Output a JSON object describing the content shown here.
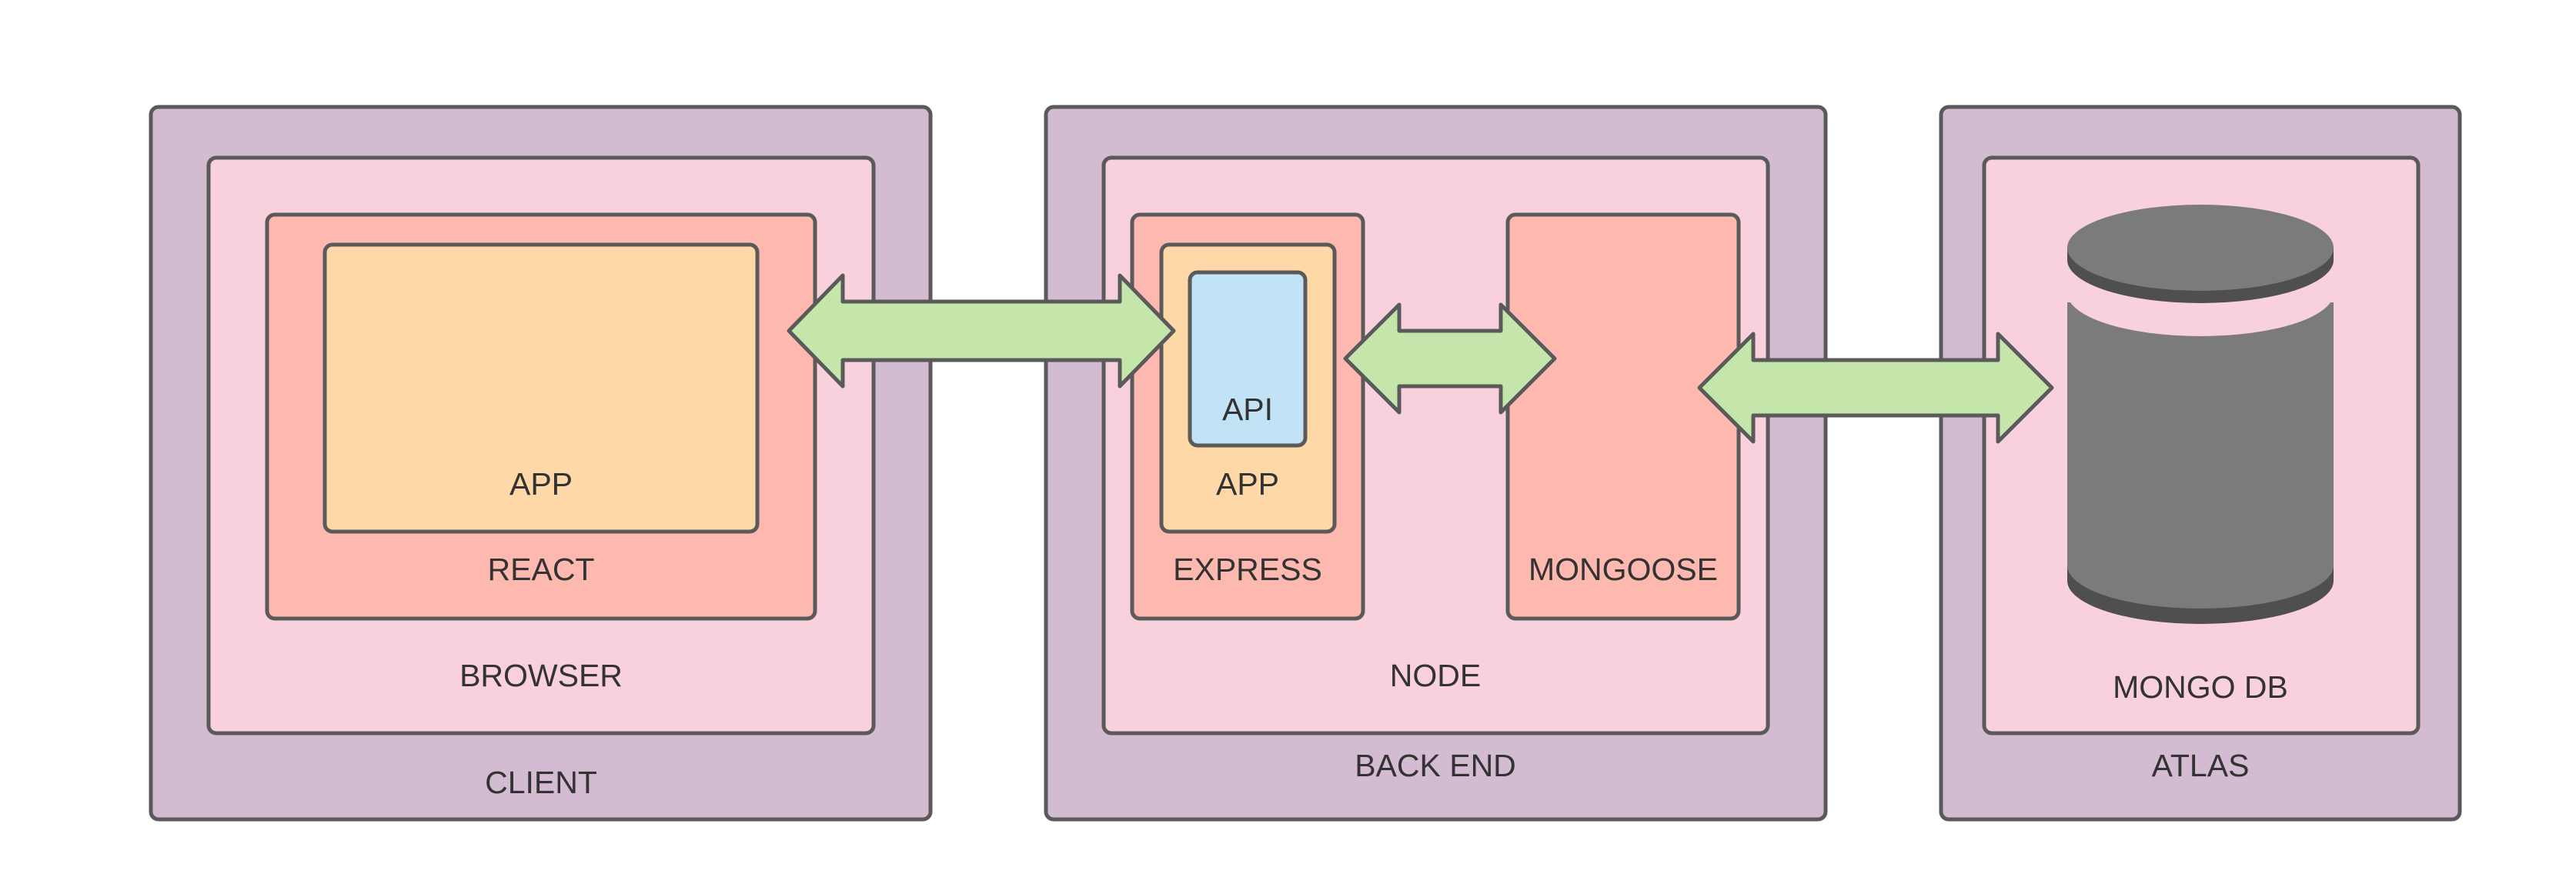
{
  "colors": {
    "outer": "#d3bbd1",
    "middle": "#f8d1dc",
    "inner": "#fdb8b0",
    "app": "#fed8a7",
    "api": "#c2e3f5",
    "arrow": "#c5e6ab",
    "cylinder": "#7b7b7b",
    "cylinder_dark": "#4f4f4f"
  },
  "client": {
    "label": "CLIENT",
    "browser": {
      "label": "BROWSER"
    },
    "react": {
      "label": "REACT"
    },
    "app": {
      "label": "APP"
    }
  },
  "backend": {
    "label": "BACK END",
    "node": {
      "label": "NODE"
    },
    "express": {
      "label": "EXPRESS"
    },
    "app": {
      "label": "APP"
    },
    "api": {
      "label": "API"
    },
    "mongoose": {
      "label": "MONGOOSE"
    }
  },
  "atlas": {
    "label": "ATLAS",
    "db": {
      "label": "MONGO DB",
      "icon": "database-cylinder-icon"
    }
  }
}
